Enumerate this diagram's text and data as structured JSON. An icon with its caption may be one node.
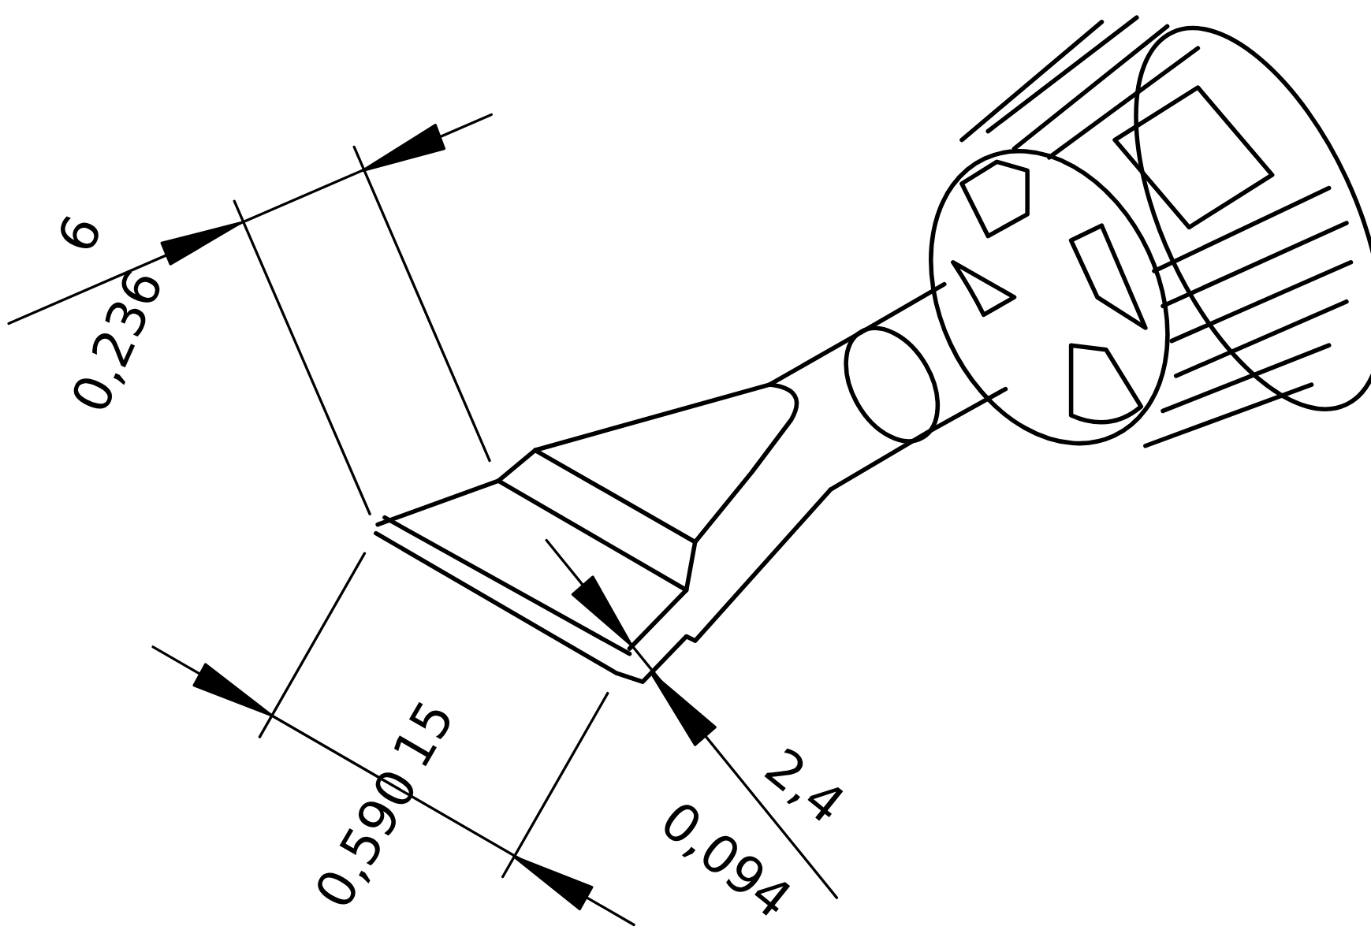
{
  "diagram": {
    "labels": [
      "6",
      "0,236",
      "15",
      "0,590",
      "2,4",
      "0,094"
    ]
  }
}
